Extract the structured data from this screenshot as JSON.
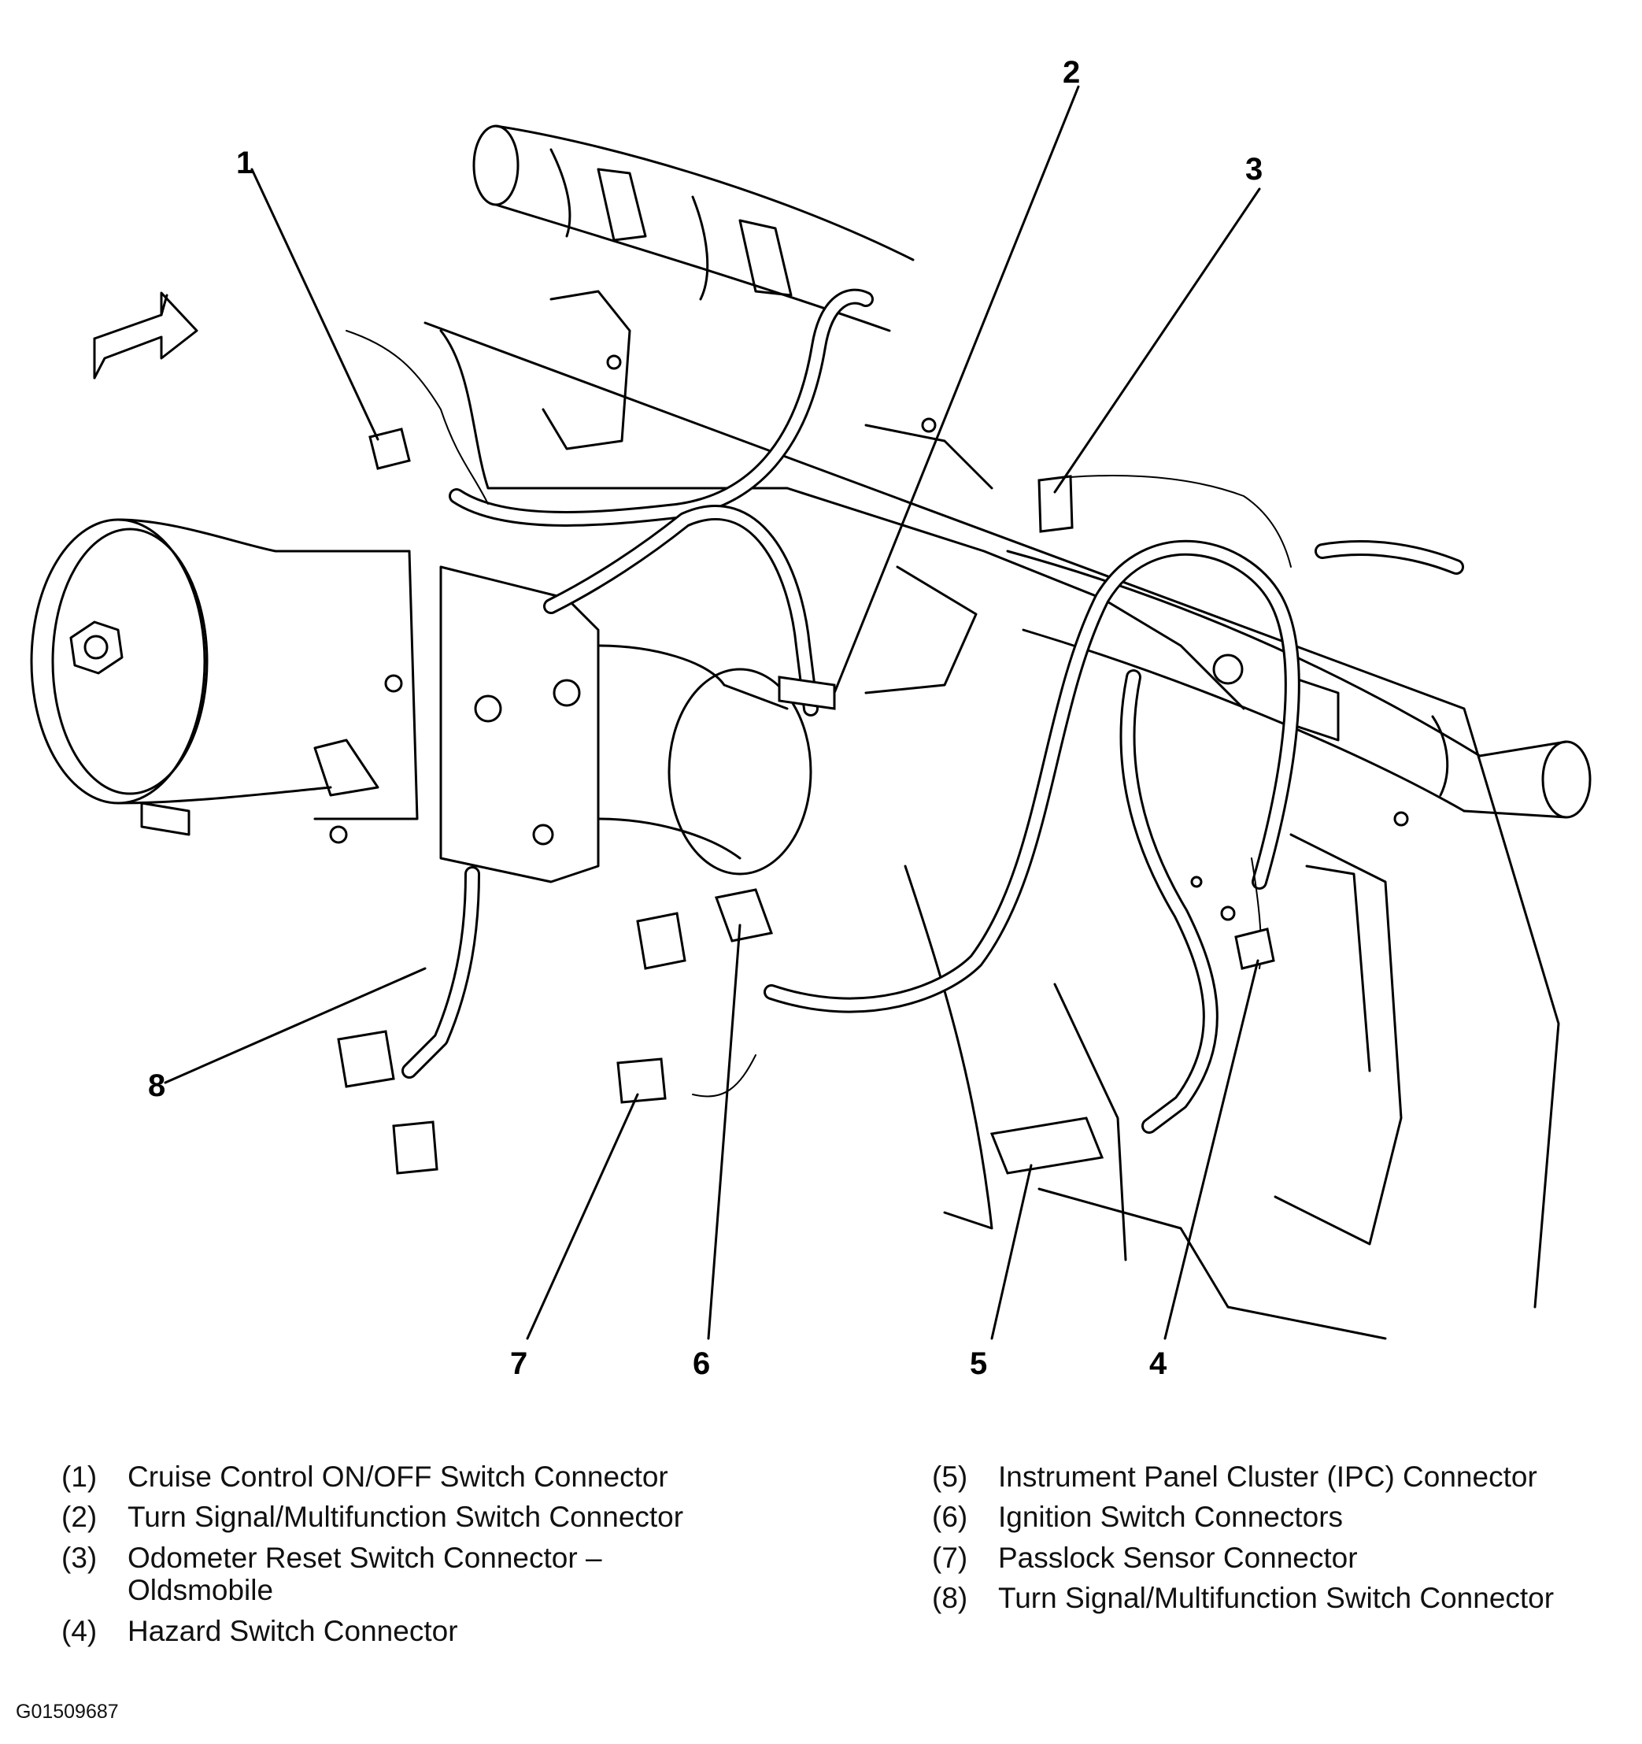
{
  "callouts": [
    "1",
    "2",
    "3",
    "4",
    "5",
    "6",
    "7",
    "8"
  ],
  "legend": [
    {
      "num": "(1)",
      "text": "Cruise Control ON/OFF Switch Connector"
    },
    {
      "num": "(2)",
      "text": "Turn Signal/Multifunction Switch Connector"
    },
    {
      "num": "(3)",
      "text": "Odometer Reset Switch Connector – Oldsmobile"
    },
    {
      "num": "(4)",
      "text": "Hazard Switch Connector"
    },
    {
      "num": "(5)",
      "text": "Instrument Panel Cluster (IPC) Connector"
    },
    {
      "num": "(6)",
      "text": "Ignition Switch Connectors"
    },
    {
      "num": "(7)",
      "text": "Passlock Sensor Connector"
    },
    {
      "num": "(8)",
      "text": "Turn Signal/Multifunction Switch Connector"
    }
  ],
  "figure_id": "G01509687"
}
